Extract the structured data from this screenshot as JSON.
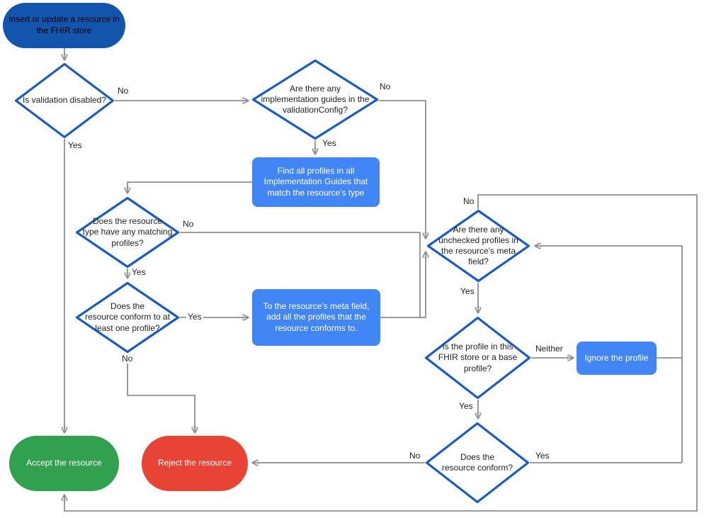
{
  "diagram": {
    "colors": {
      "start_fill": "#1355AD",
      "process_fill": "#4285F4",
      "diamond_stroke": "#1A5CC2",
      "diamond_fill": "#FFFFFF",
      "accept_fill": "#31A04F",
      "reject_fill": "#E84435",
      "connector": "#8E8E8E",
      "arrowhead": "#4D4D4D",
      "text_dark": "#1F1F1F",
      "text_light": "#FFFFFF"
    },
    "nodes": {
      "start": {
        "type": "terminator",
        "label": "Insert or update a resource in\nthe FHIR store"
      },
      "validation_disabled": {
        "type": "decision",
        "label": "Is validation disabled?"
      },
      "implementation_guides": {
        "type": "decision",
        "label": "Are there any\nimplementation guides in the\nvalidationConfig?"
      },
      "find_profiles": {
        "type": "process",
        "label": "Find all profiles in all\nImplementation Guides that\nmatch the resource's type"
      },
      "matching_profiles": {
        "type": "decision",
        "label": "Does the resource\ntype have any matching\nprofiles?"
      },
      "conform_one_profile": {
        "type": "decision",
        "label": "Does the\nresource conform to at\nleast one profile?"
      },
      "add_profiles_meta": {
        "type": "process",
        "label": "To the resource's meta field,\nadd all the profiles that the\nresource conforms to."
      },
      "unchecked_profiles": {
        "type": "decision",
        "label": "Are there any\nunchecked profiles in\nthe resource's meta\nfield?"
      },
      "profile_in_store": {
        "type": "decision",
        "label": "Is the profile in this\nFHIR store or a base\nprofile?"
      },
      "ignore_profile": {
        "type": "process",
        "label": "Ignore the profile"
      },
      "resource_conform": {
        "type": "decision",
        "label": "Does the\nresource conform?"
      },
      "accept": {
        "type": "terminator",
        "label": "Accept the resource"
      },
      "reject": {
        "type": "terminator",
        "label": "Reject the resource"
      }
    },
    "edge_labels": {
      "validation_disabled_no": "No",
      "validation_disabled_yes": "Yes",
      "implementation_guides_no": "No",
      "implementation_guides_yes": "Yes",
      "matching_profiles_no": "No",
      "matching_profiles_yes": "Yes",
      "conform_one_profile_yes": "Yes",
      "conform_one_profile_no": "No",
      "unchecked_profiles_no": "No",
      "unchecked_profiles_yes": "Yes",
      "profile_in_store_neither": "Neither",
      "profile_in_store_yes": "Yes",
      "resource_conform_yes": "Yes",
      "resource_conform_no": "No"
    }
  }
}
